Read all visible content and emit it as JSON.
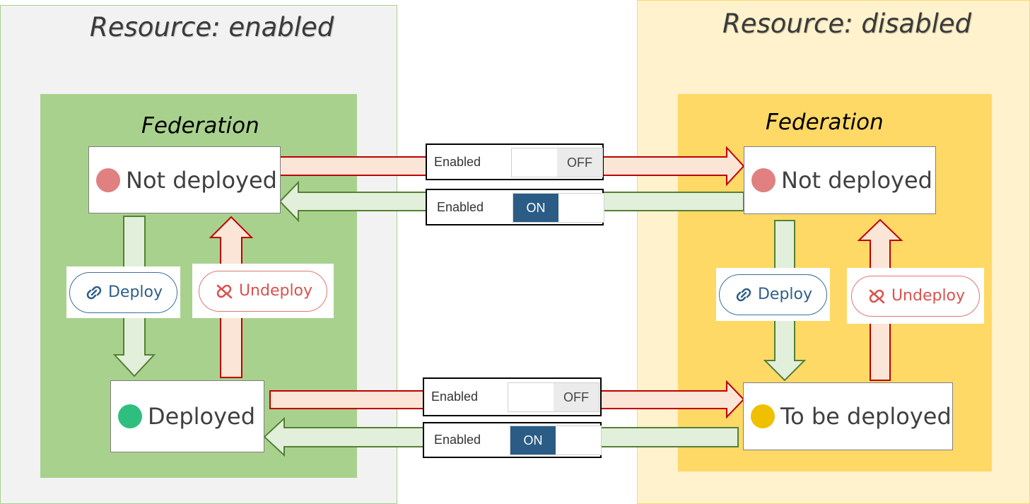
{
  "panels": {
    "enabled_title": "Resource: enabled",
    "disabled_title": "Resource: disabled",
    "federation_title": "Federation"
  },
  "states": {
    "not_deployed": "Not deployed",
    "deployed": "Deployed",
    "to_be_deployed": "To be deployed"
  },
  "toggles": {
    "label": "Enabled",
    "off": "OFF",
    "on": "ON"
  },
  "actions": {
    "deploy": "Deploy",
    "undeploy": "Undeploy"
  },
  "colors": {
    "not_deployed_dot": "#e08080",
    "deployed_dot": "#2ebf7f",
    "to_be_deployed_dot": "#f0c000",
    "on_active": "#2a5c86",
    "off_inactive": "#ebebeb",
    "arrow_green_fill": "#e2efda",
    "arrow_green_stroke": "#538135",
    "arrow_red_fill": "#fbe5d6",
    "arrow_red_stroke": "#c00000"
  }
}
